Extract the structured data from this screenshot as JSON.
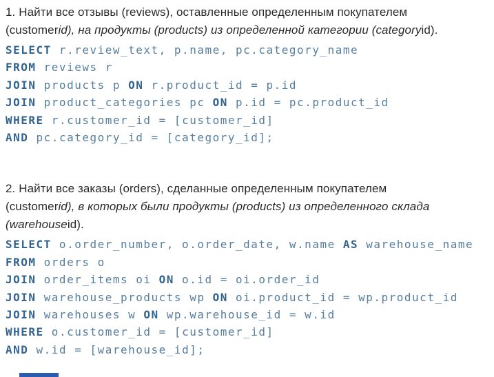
{
  "page": {
    "background": "#ffffff",
    "text_color": "#2a2a2a",
    "code_plain_color": "#567e9e",
    "code_keyword_color": "#33638f",
    "artifact_color": "#2a5db0"
  },
  "tasks": [
    {
      "name": "task-1",
      "title_segments": [
        {
          "text": "1. Найти все отзывы (reviews), оставленные определенным покупателем",
          "italic": false
        },
        {
          "break": true
        },
        {
          "text": "(customer",
          "italic": false
        },
        {
          "text": "id), на продукты (products) из определенной категории (category",
          "italic": true
        },
        {
          "text": "id).",
          "italic": false
        }
      ],
      "sql_lines": [
        [
          {
            "t": "SELECT",
            "kw": true
          },
          {
            "t": " r.review_text, p.name, pc.category_name",
            "kw": false
          }
        ],
        [
          {
            "t": "FROM",
            "kw": true
          },
          {
            "t": " reviews r",
            "kw": false
          }
        ],
        [
          {
            "t": "JOIN",
            "kw": true
          },
          {
            "t": " products p ",
            "kw": false
          },
          {
            "t": "ON",
            "kw": true
          },
          {
            "t": " r.product_id = p.id",
            "kw": false
          }
        ],
        [
          {
            "t": "JOIN",
            "kw": true
          },
          {
            "t": " product_categories pc ",
            "kw": false
          },
          {
            "t": "ON",
            "kw": true
          },
          {
            "t": " p.id = pc.product_id",
            "kw": false
          }
        ],
        [
          {
            "t": "WHERE",
            "kw": true
          },
          {
            "t": " r.customer_id = [customer_id]",
            "kw": false
          }
        ],
        [
          {
            "t": "AND",
            "kw": true
          },
          {
            "t": " pc.category_id = [category_id];",
            "kw": false
          }
        ]
      ]
    },
    {
      "name": "task-2",
      "title_segments": [
        {
          "text": "2. Найти все заказы (orders), сделанные определенным покупателем",
          "italic": false
        },
        {
          "break": true
        },
        {
          "text": "(customer",
          "italic": false
        },
        {
          "text": "id), в которых были продукты (products) из определенного склада",
          "italic": true
        },
        {
          "break": true
        },
        {
          "text": "(warehouse",
          "italic": true
        },
        {
          "text": "id).",
          "italic": false
        }
      ],
      "sql_lines": [
        [
          {
            "t": "SELECT",
            "kw": true
          },
          {
            "t": " o.order_number, o.order_date, w.name ",
            "kw": false
          },
          {
            "t": "AS",
            "kw": true
          },
          {
            "t": " warehouse_name",
            "kw": false
          }
        ],
        [
          {
            "t": "FROM",
            "kw": true
          },
          {
            "t": " orders o",
            "kw": false
          }
        ],
        [
          {
            "t": "JOIN",
            "kw": true
          },
          {
            "t": " order_items oi ",
            "kw": false
          },
          {
            "t": "ON",
            "kw": true
          },
          {
            "t": " o.id = oi.order_id",
            "kw": false
          }
        ],
        [
          {
            "t": "JOIN",
            "kw": true
          },
          {
            "t": " warehouse_products wp ",
            "kw": false
          },
          {
            "t": "ON",
            "kw": true
          },
          {
            "t": " oi.product_id = wp.product_id",
            "kw": false
          }
        ],
        [
          {
            "t": "JOIN",
            "kw": true
          },
          {
            "t": " warehouses w ",
            "kw": false
          },
          {
            "t": "ON",
            "kw": true
          },
          {
            "t": " wp.warehouse_id = w.id",
            "kw": false
          }
        ],
        [
          {
            "t": "WHERE",
            "kw": true
          },
          {
            "t": " o.customer_id = [customer_id]",
            "kw": false
          }
        ],
        [
          {
            "t": "AND",
            "kw": true
          },
          {
            "t": " w.id = [warehouse_id];",
            "kw": false
          }
        ]
      ]
    }
  ]
}
